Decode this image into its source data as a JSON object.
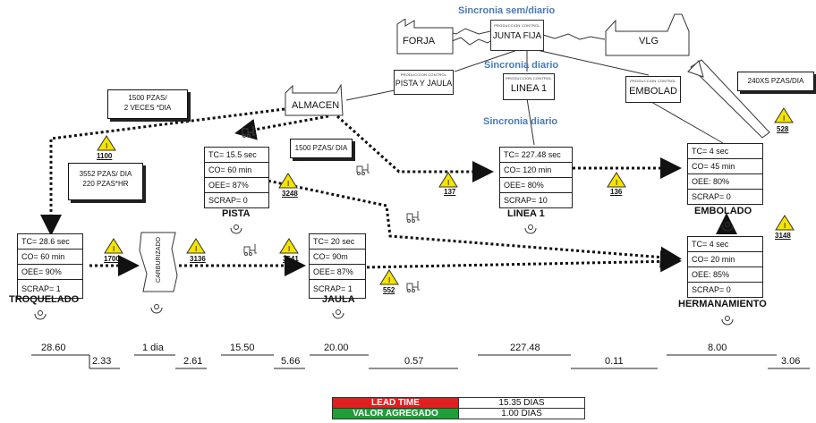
{
  "sync": {
    "top": "Sincronia sem/diario",
    "mid": "Sincronia diario",
    "low": "Sincronia diario"
  },
  "factories": {
    "forja": "FORJA",
    "junta": "JUNTA FIJA",
    "vlg": "VLG",
    "junta_sub": "PRODUCCION CONTROL",
    "almacen": "ALMACEN"
  },
  "control_boxes": [
    {
      "sub": "PRODUCCION CONTROL",
      "label": "PISTA Y JAULA"
    },
    {
      "sub": "PRODUCCION CONTROL",
      "label": "LINEA 1"
    },
    {
      "sub": "PRODUCCION CONTROL",
      "label": "EMBOLAD"
    }
  ],
  "notes": {
    "almacen_freq": [
      "1500 PZAS/",
      "2 VECES *DIA"
    ],
    "vlg_freq": "240XS PZAS/DIA",
    "troq_demand": [
      "3552 PZAS/ DIA",
      "220 PZAS*HR"
    ],
    "pista_demand": "1500 PZAS/ DIA"
  },
  "processes": {
    "troquelado": {
      "name": "TROQUELADO",
      "rows": [
        "TC= 28.6 sec",
        "CO= 60 min",
        "OEE= 90%",
        "SCRAP= 1"
      ]
    },
    "pista": {
      "name": "PISTA",
      "rows": [
        "TC= 15.5 sec",
        "CO= 60 min",
        "OEE= 87%",
        "SCRAP= 0"
      ]
    },
    "jaula": {
      "name": "JAULA",
      "rows": [
        "TC= 20 sec",
        "CO= 90m",
        "OEE= 87%",
        "SCRAP= 1"
      ]
    },
    "linea1": {
      "name": "LINEA 1",
      "rows": [
        "TC= 227.48 sec",
        "CO= 120 min",
        "OEE= 80%",
        "SCRAP= 10"
      ]
    },
    "embolado": {
      "name": "EMBOLADO",
      "rows": [
        "TC= 4 sec",
        "CO= 45 min",
        "OEE: 80%",
        "SCRAP= 0"
      ]
    },
    "hermanamiento": {
      "name": "HERMANAMIENTO",
      "rows": [
        "TC= 4 sec",
        "CO= 20 min",
        "OEE: 85%",
        "SCRAP= 0"
      ]
    },
    "carburizado": "CARBURIZADO"
  },
  "inventory": {
    "i1100": "1100",
    "i1700": "1700",
    "i3136": "3136",
    "i3248": "3248",
    "i3541": "3541",
    "i552": "552",
    "i137": "137",
    "i136": "136",
    "i528": "528",
    "i3148": "3148",
    "i_mark": "I"
  },
  "timeline": {
    "top": [
      "28.60",
      "1 dia",
      "15.50",
      "20.00",
      "227.48",
      "8.00"
    ],
    "bottom": [
      "2.33",
      "2.61",
      "5.66",
      "0.57",
      "0.11",
      "3.06"
    ]
  },
  "summary": {
    "lead_label": "LEAD TIME",
    "lead_value": "15.35 DIAS",
    "va_label": "VALOR AGREGADO",
    "va_value": "1.00 DIAS",
    "lead_color": "#e02020",
    "va_color": "#1f9e3a"
  },
  "colors": {
    "triangle": "#f5e400",
    "sync_text": "#4a7ab5"
  }
}
